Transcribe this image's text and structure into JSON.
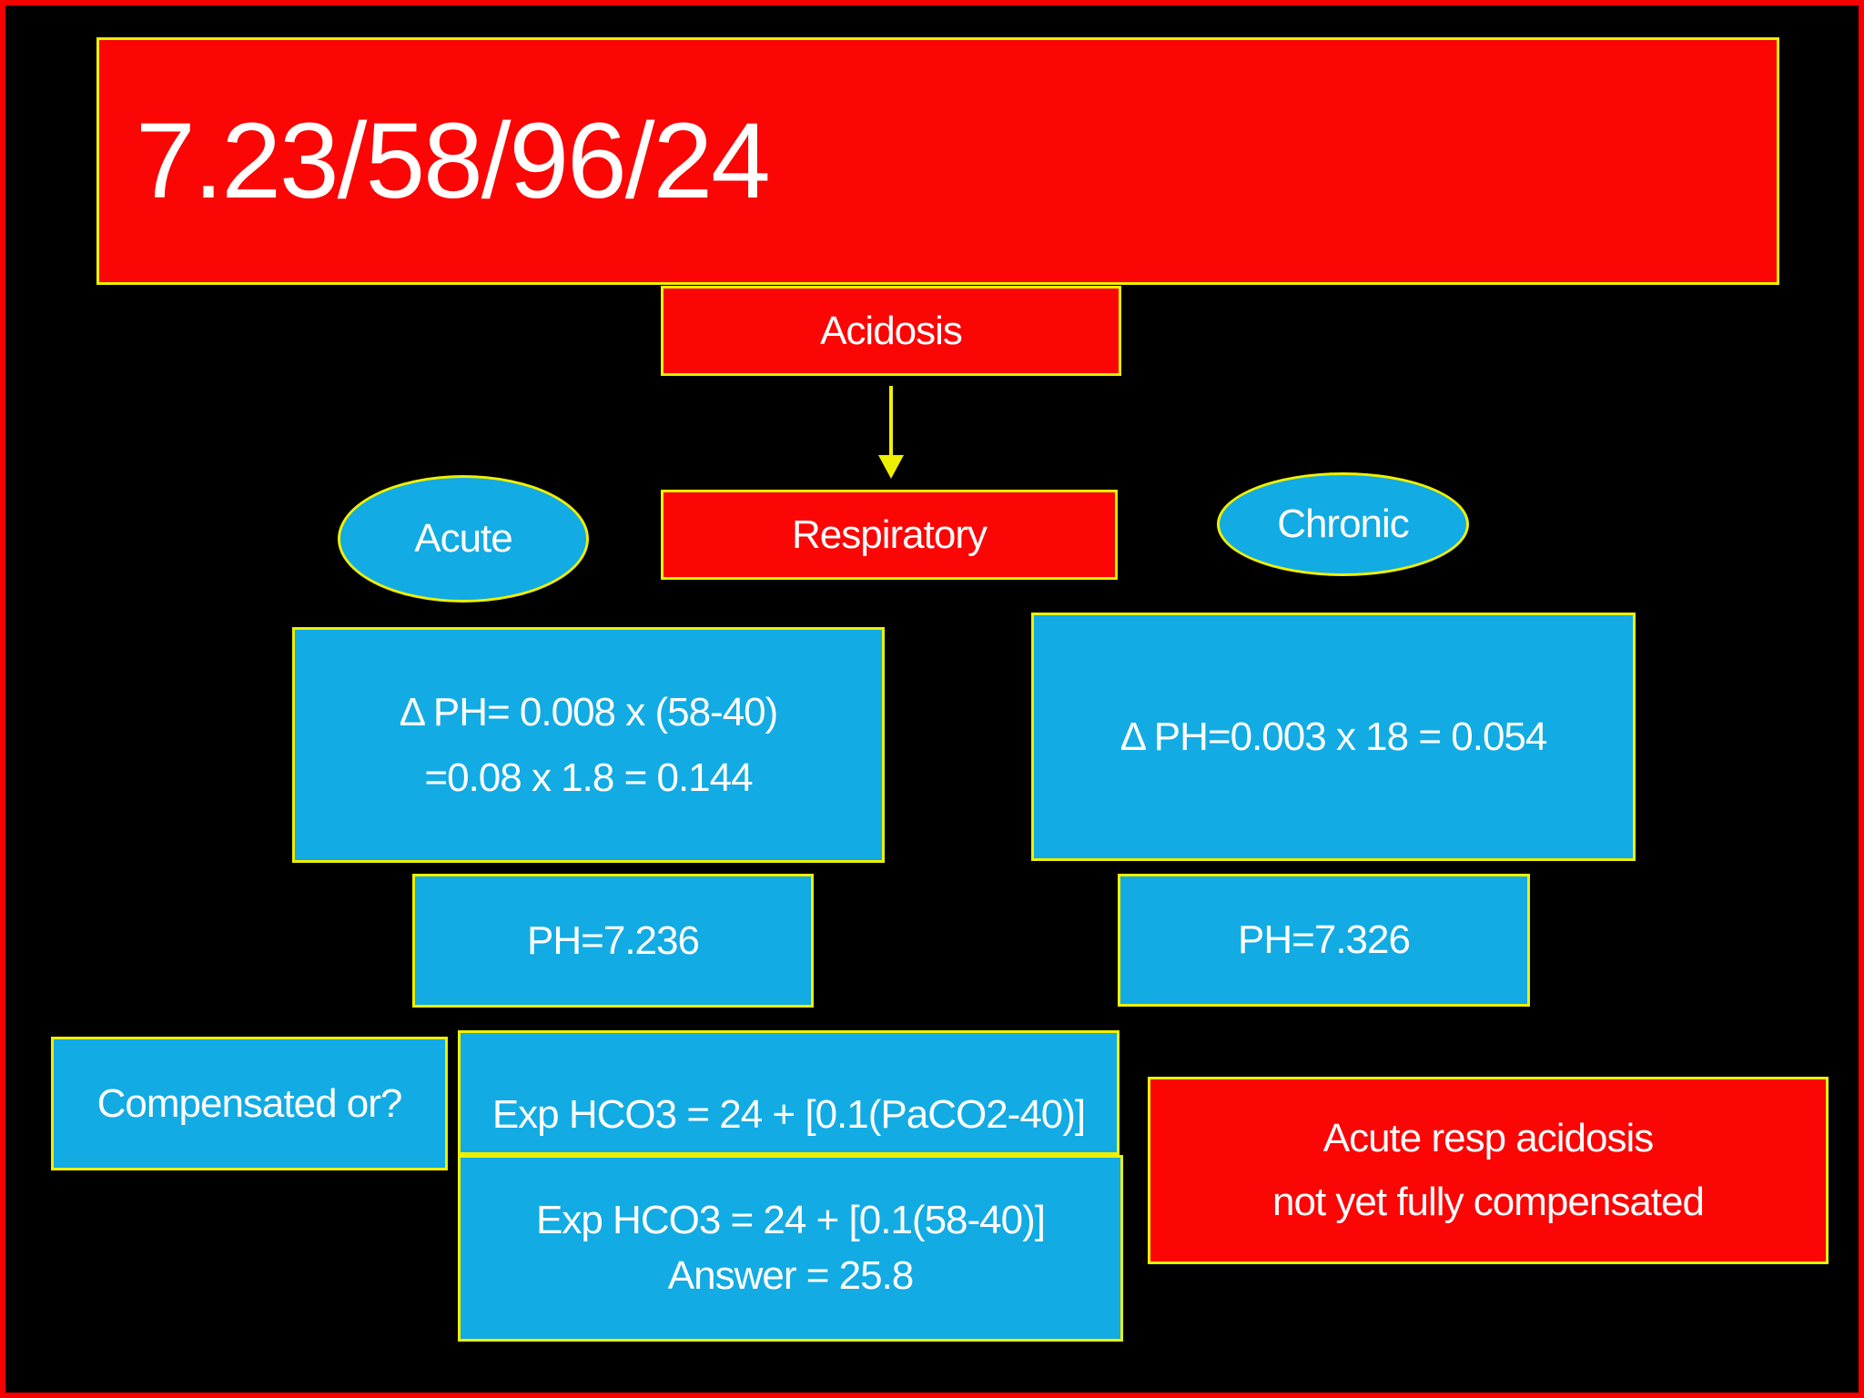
{
  "slide": {
    "title": "7.23/58/96/24",
    "flow": {
      "acidosis": "Acidosis",
      "respiratory": "Respiratory",
      "acute": "Acute",
      "chronic": "Chronic"
    },
    "acute_branch": {
      "delta_ph_line1": "Δ PH= 0.008 x (58-40)",
      "delta_ph_line2": "=0.08 x 1.8 = 0.144",
      "ph": "PH=7.236"
    },
    "chronic_branch": {
      "delta_ph": "Δ PH=0.003 x 18 = 0.054",
      "ph": "PH=7.326"
    },
    "compensation": {
      "question": "Compensated or?",
      "formula": "Exp HCO3 = 24 + [0.1(PaCO2-40)]",
      "calc_line1": "Exp HCO3 = 24 + [0.1(58-40)]",
      "calc_line2": "Answer = 25.8"
    },
    "conclusion": {
      "line1": "Acute resp acidosis",
      "line2": "not yet fully compensated"
    },
    "colors": {
      "background": "#000000",
      "frame_red": "#f80000",
      "box_red": "#fb0505",
      "box_blue": "#12abe3",
      "border_yellow": "#eff000",
      "text_white": "#ffffff"
    }
  }
}
